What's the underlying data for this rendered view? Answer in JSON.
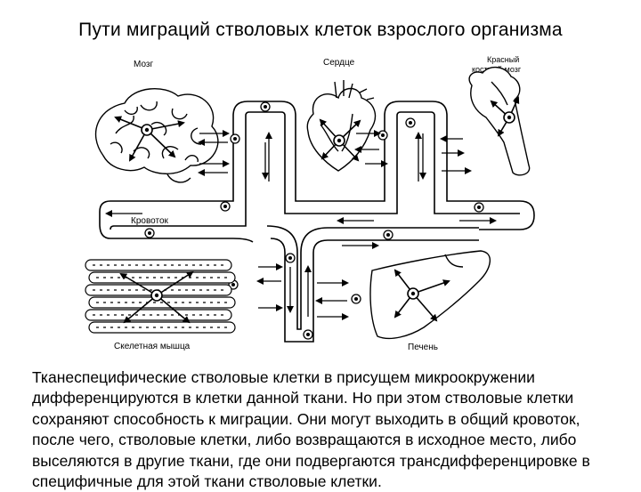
{
  "title": "Пути миграций стволовых клеток взрослого организма",
  "diagram": {
    "labels": {
      "brain": "Мозг",
      "heart": "Сердце",
      "marrow_line1": "Красный",
      "marrow_line2": "костный мозг",
      "bloodstream": "Кровоток",
      "muscle": "Скелетная мышца",
      "liver": "Печень"
    }
  },
  "caption": {
    "lines": [
      "Тканеспецифические стволовые клетки в присущем микроокружении",
      "дифференцируются в клетки данной ткани. Но при этом стволовые клетки",
      "сохраняют способность к миграции. Они могут выходить в общий кровоток,",
      "после чего, стволовые клетки, либо возвращаются в исходное место, либо",
      "выселяются в другие ткани, где они подвергаются трансдифференцировке в",
      "специфичные для этой ткани стволовые клетки."
    ]
  }
}
